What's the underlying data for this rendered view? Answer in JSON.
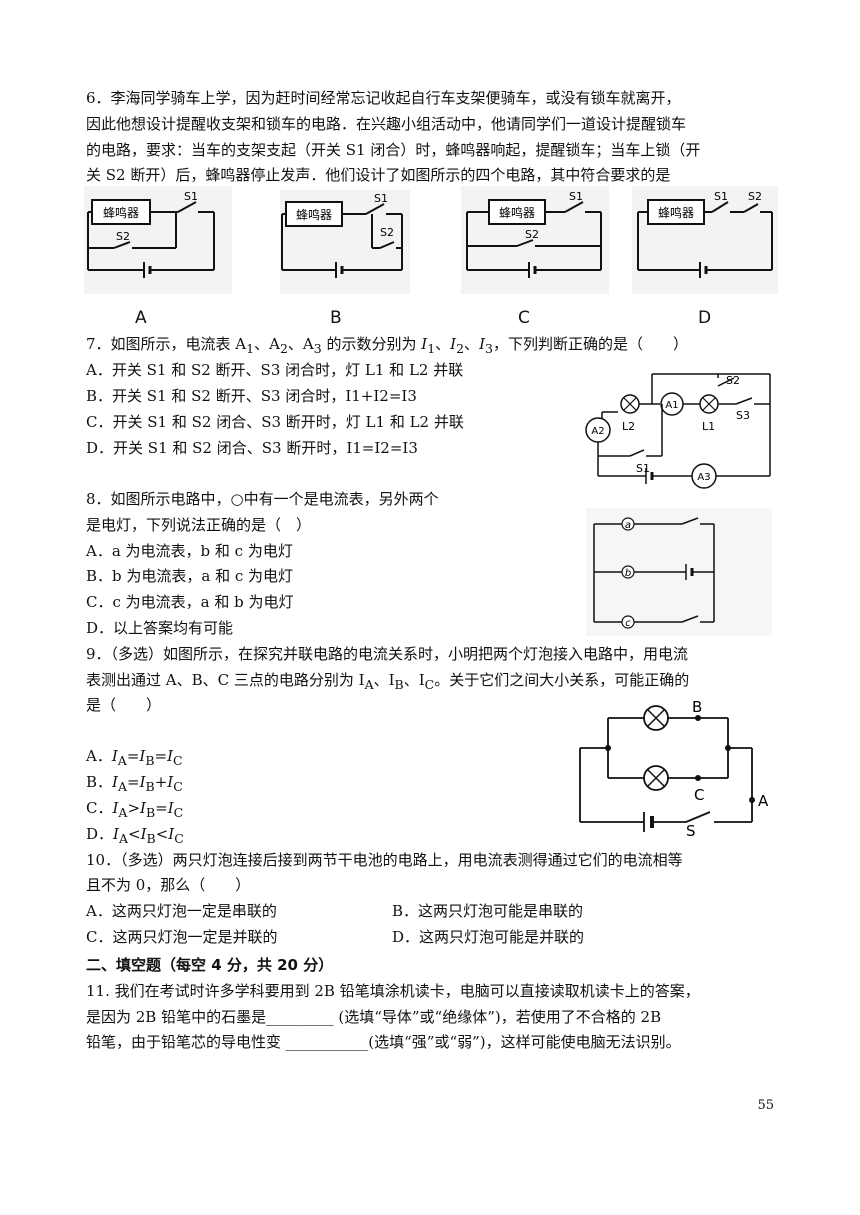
{
  "q6": {
    "l1": "6．李海同学骑车上学，因为赶时间经常忘记收起自行车支架便骑车，或没有锁车就离开，",
    "l2": "因此他想设计提醒收支架和锁车的电路．在兴趣小组活动中，他请同学们一道设计提醒锁车",
    "l3": "的电路，要求：当车的支架支起（开关 S1 闭合）时，蜂鸣器响起，提醒锁车；当车上锁（开",
    "l4": "关 S2 断开）后，蜂鸣器停止发声．他们设计了如图所示的四个电路，其中符合要求的是",
    "buzzer": "蜂鸣器",
    "s1": "S1",
    "s2": "S2",
    "captions": [
      "A",
      "B",
      "C",
      "D"
    ]
  },
  "q7": {
    "stem_a": "7．如图所示，电流表 A",
    "stem_b": "、A",
    "stem_c": "、A",
    "stem_d": " 的示数分别为 ",
    "stem_e": "，下列判断正确的是（　　）",
    "opts": [
      "A．开关 S1 和 S2 断开、S3 闭合时，灯 L1 和 L2 并联",
      "B．开关 S1 和 S2 断开、S3 闭合时，I1+I2=I3",
      "C．开关 S1 和 S2 闭合、S3 断开时，灯 L1 和 L2 并联",
      "D．开关 S1 和 S2 闭合、S3 断开时，I1=I2=I3"
    ],
    "fig": {
      "A1": "A1",
      "A2": "A2",
      "A3": "A3",
      "L1": "L1",
      "L2": "L2",
      "S1": "S1",
      "S2": "S2",
      "S3": "S3"
    }
  },
  "q8": {
    "l1": "8．如图所示电路中，○中有一个是电流表，另外两个",
    "l2": "是电灯，下列说法正确的是（　）",
    "opts": [
      "A．a 为电流表，b 和 c 为电灯",
      "B．b 为电流表，a 和 c 为电灯",
      "C．c 为电流表，a 和 b 为电灯",
      "D．以上答案均有可能"
    ],
    "fig": {
      "a": "a",
      "b": "b",
      "c": "c"
    }
  },
  "q9": {
    "l1": "9．（多选）如图所示，在探究并联电路的电流关系时，小明把两个灯泡接入电路中，用电流",
    "l2": "表测出通过 A、B、C 三点的电路分别为 IA、IB、IC。关于它们之间大小关系，可能正确的",
    "l3": "是（　　）",
    "opts": [
      "A．IA=IB=IC",
      "B．IA=IB+IC",
      "C．IA>IB=IC",
      "D．IA<IB<IC"
    ],
    "fig": {
      "A": "A",
      "B": "B",
      "C": "C",
      "S": "S"
    }
  },
  "q10": {
    "l1": "10．（多选）两只灯泡连接后接到两节干电池的电路上，用电流表测得通过它们的电流相等",
    "l2": "且不为 0，那么（　　）",
    "opts": [
      "A．这两只灯泡一定是串联的",
      "B．这两只灯泡可能是串联的",
      "C．这两只灯泡一定是并联的",
      "D．这两只灯泡可能是并联的"
    ]
  },
  "section2": "二、填空题（每空 4 分，共 20 分）",
  "q11": {
    "l1": "11. 我们在考试时许多学科要用到 2B 铅笔填涂机读卡，电脑可以直接读取机读卡上的答案，",
    "l2": "是因为 2B 铅笔中的石墨是_________ (选填“导体”或“绝缘体”)，若使用了不合格的 2B",
    "l3": "铅笔，由于铅笔芯的导电性变 ___________(选填“强”或“弱”)，这样可能使电脑无法识别。"
  },
  "page_number": "55"
}
